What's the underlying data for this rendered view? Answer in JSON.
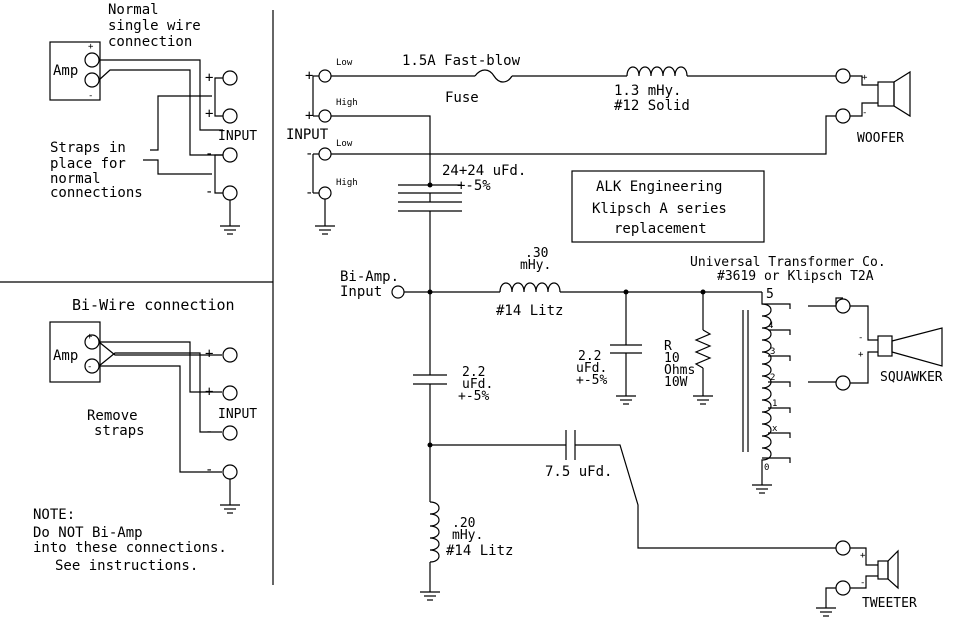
{
  "left_top": {
    "title_lines": [
      "Normal",
      "single wire",
      "connection"
    ],
    "amp": "Amp",
    "input": "INPUT",
    "straps_lines": [
      "Straps in",
      "place for",
      "normal",
      "connections"
    ]
  },
  "left_bottom": {
    "title": "Bi-Wire connection",
    "amp": "Amp",
    "input": "INPUT",
    "remove_lines": [
      "Remove",
      "straps"
    ],
    "note_title": "NOTE:",
    "note_lines": [
      "Do NOT Bi-Amp",
      "into these connections.",
      "See instructions."
    ]
  },
  "main": {
    "input_label": "INPUT",
    "low1": "Low",
    "high1": "High",
    "low2": "Low",
    "high2": "High",
    "fuse_rating": "1.5A Fast-blow",
    "fuse_label": "Fuse",
    "woofer_inductor_lines": [
      "1.3 mHy.",
      "#12 Solid"
    ],
    "woofer_label": "WOOFER",
    "cap1_lines": [
      "24+24 uFd.",
      "+-5%"
    ],
    "alk_lines": [
      "ALK Engineering",
      "Klipsch A series",
      "replacement"
    ],
    "biamp_lines": [
      "Bi-Amp.",
      "Input"
    ],
    "ind2_lines": [
      ".30",
      "mHy."
    ],
    "ind2_label": "#14 Litz",
    "cap3_lines": [
      "2.2",
      "uFd.",
      "+-5%"
    ],
    "cap2_lines": [
      "2.2",
      "uFd.",
      "+-5%"
    ],
    "resistor_lines": [
      "R",
      "10",
      "Ohms",
      "10W"
    ],
    "transformer_lines": [
      "Universal Transformer Co.",
      "#3619 or Klipsch T2A"
    ],
    "taps": [
      "5",
      "4",
      "3",
      "2",
      "1",
      "x",
      "0"
    ],
    "squawker_label": "SQUAWKER",
    "cap4_label": "7.5 uFd.",
    "ind3_lines": [
      ".20",
      "mHy.",
      "#14 Litz"
    ],
    "tweeter_label": "TWEETER"
  }
}
